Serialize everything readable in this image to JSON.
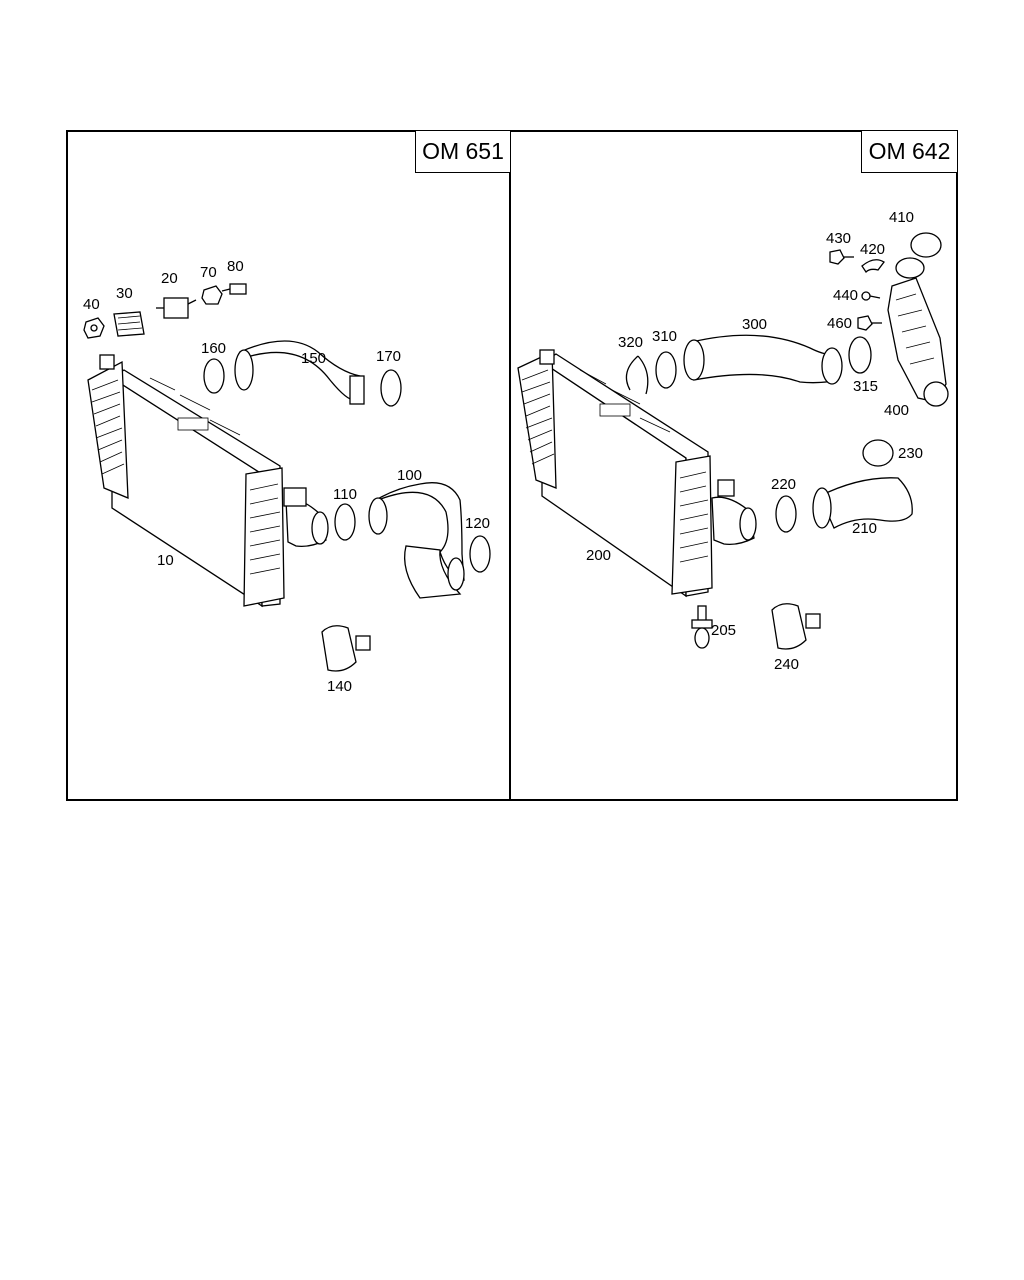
{
  "panels": [
    {
      "engine": "OM 651"
    },
    {
      "engine": "OM 642"
    }
  ],
  "labels": {
    "p10": "10",
    "p20": "20",
    "p30": "30",
    "p40": "40",
    "p70": "70",
    "p80": "80",
    "p100": "100",
    "p110": "110",
    "p120": "120",
    "p140": "140",
    "p150": "150",
    "p160": "160",
    "p170": "170",
    "p200": "200",
    "p205": "205",
    "p210": "210",
    "p220": "220",
    "p230": "230",
    "p240": "240",
    "p300": "300",
    "p310": "310",
    "p315": "315",
    "p320": "320",
    "p400": "400",
    "p410": "410",
    "p420": "420",
    "p430": "430",
    "p440": "440",
    "p460": "460"
  }
}
